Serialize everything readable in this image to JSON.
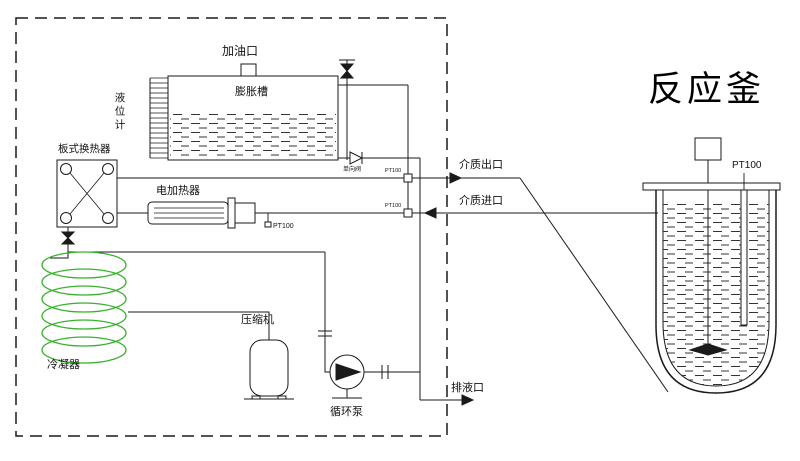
{
  "unit": {
    "oil_fill_port": "加油口",
    "expansion_tank": "膨胀槽",
    "level_gauge": "液位计",
    "plate_heat_exchanger": "板式换热器",
    "electric_heater": "电加热器",
    "heater_sensor_label": "PT100",
    "condenser": "冷凝器",
    "compressor": "压缩机",
    "circulation_pump": "循环泵",
    "check_valve_label": "单向阀"
  },
  "connections": {
    "medium_outlet": "介质出口",
    "medium_inlet": "介质进口",
    "drain_port": "排液口",
    "outlet_sensor_label": "PT100",
    "inlet_sensor_label": "PT100"
  },
  "kettle": {
    "title": "反应釜",
    "temp_sensor_label": "PT100"
  },
  "colors": {
    "line": "#1a1a1a",
    "condenser_coil": "#38b22e",
    "background": "#ffffff"
  }
}
